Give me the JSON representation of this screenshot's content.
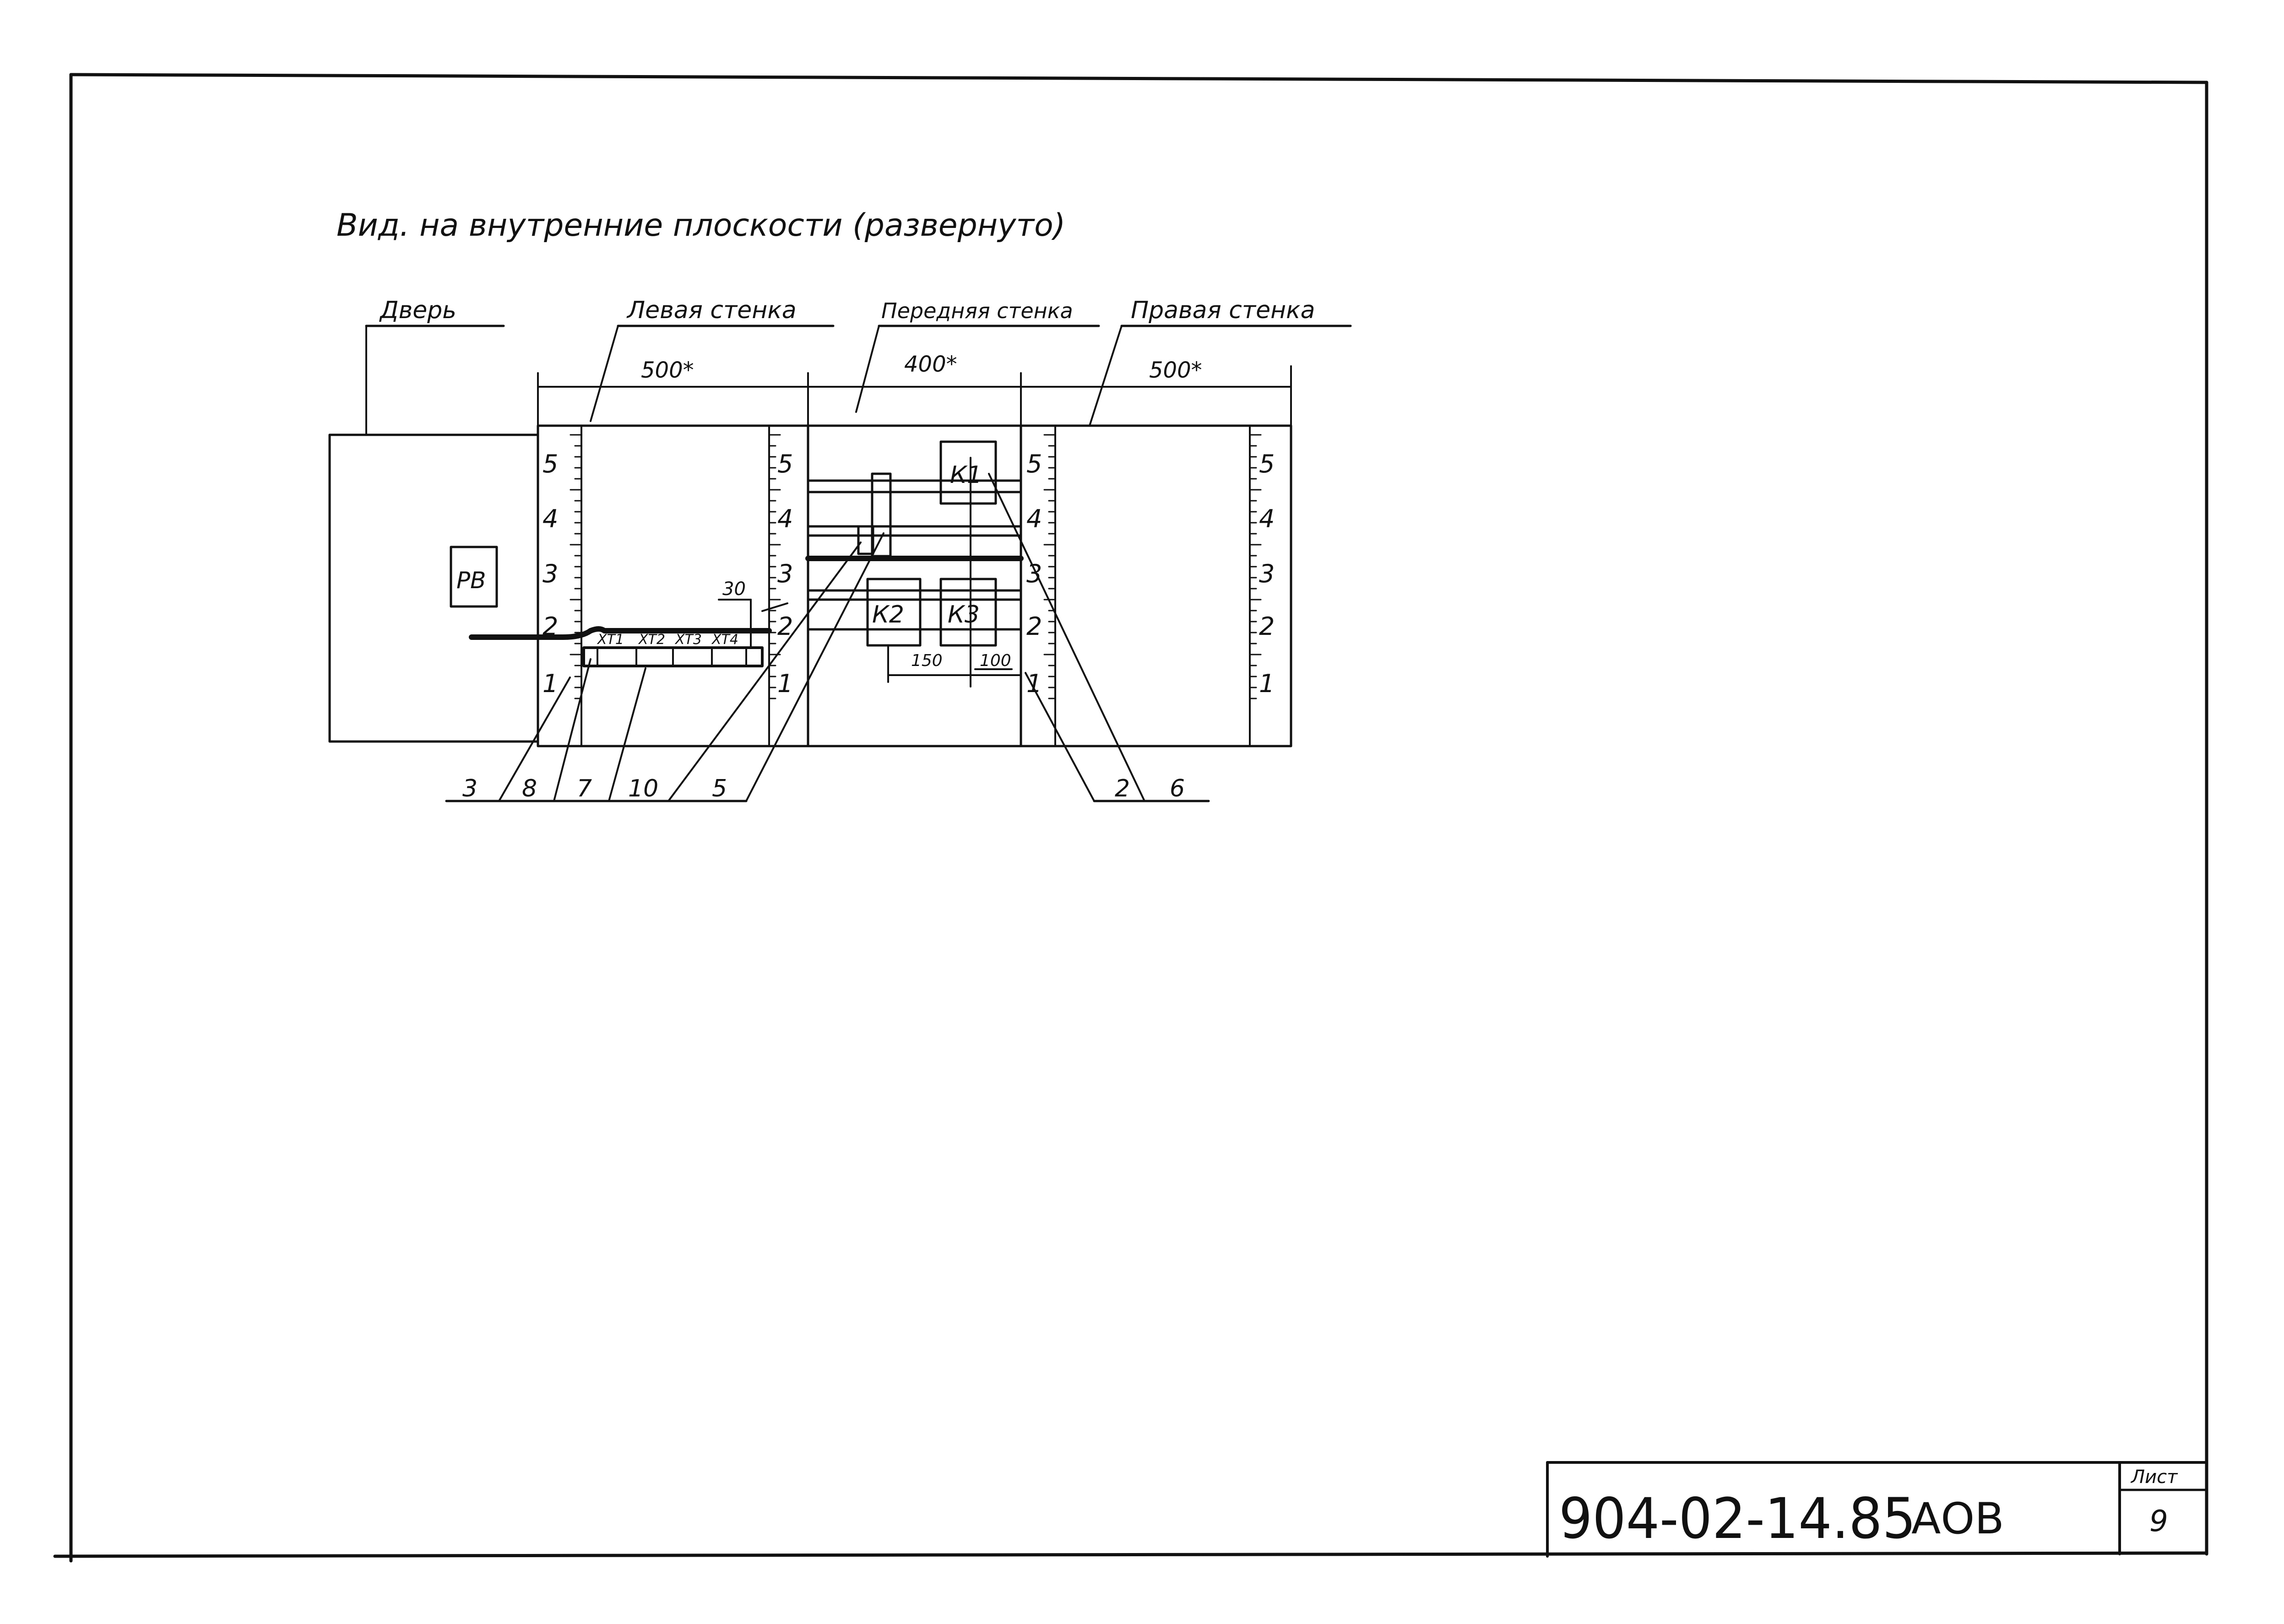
{
  "title": "Вид. на внутренние плоскости (развернуто)",
  "panels": {
    "door": "Дверь",
    "left_wall": "Левая стенка",
    "front_wall": "Передняя стенка",
    "right_wall": "Правая стенка"
  },
  "dimensions": {
    "left_width": "500*",
    "front_width": "400*",
    "right_width": "500*",
    "gap_30": "30",
    "spacing_150": "150",
    "spacing_100": "100"
  },
  "scale_marks": [
    "1",
    "2",
    "3",
    "4",
    "5"
  ],
  "devices": {
    "relay_block": "РВ",
    "k1": "К1",
    "k2": "К2",
    "k3": "К3",
    "terminals": [
      "ХТ1",
      "ХТ2",
      "ХТ3",
      "ХТ4"
    ]
  },
  "callouts": [
    "3",
    "8",
    "7",
    "10",
    "5",
    "2",
    "6"
  ],
  "title_block": {
    "designation": "904-02-14.85",
    "code": "АОВ",
    "sheet_label": "Лист",
    "sheet_number": "9"
  }
}
